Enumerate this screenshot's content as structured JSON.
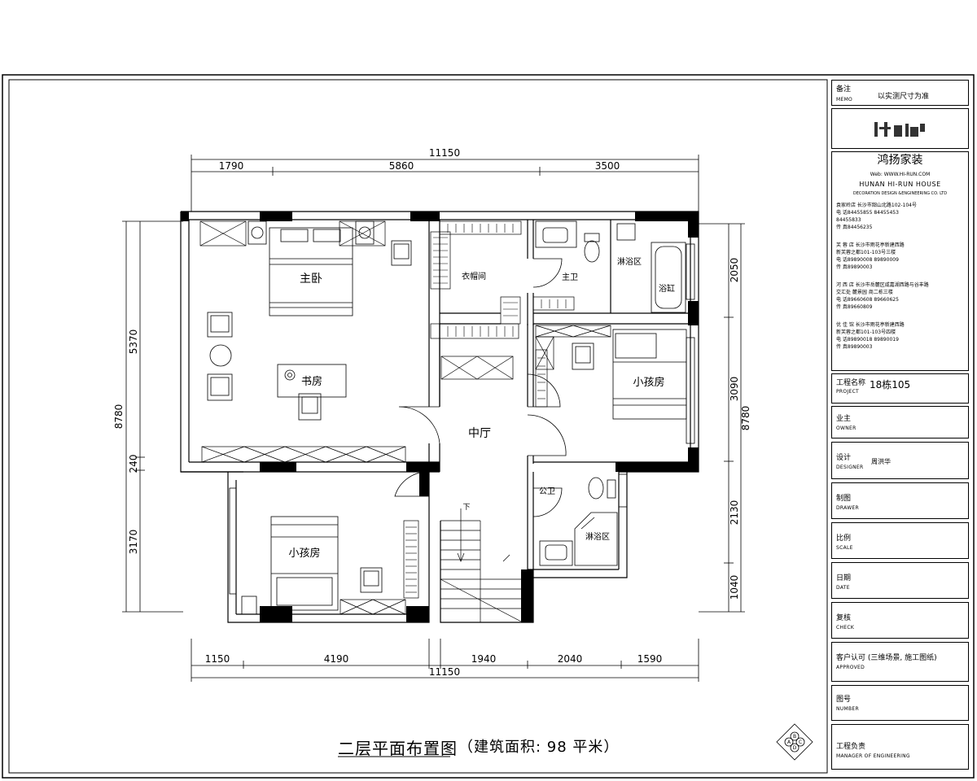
{
  "rooms": {
    "master_bedroom": "主卧",
    "cloakroom": "衣帽间",
    "master_bath": "主卫",
    "shower_master": "淋浴区",
    "bathtub": "浴缸",
    "study": "书房",
    "kid_room_right": "小孩房",
    "middle_hall": "中厅",
    "public_bath": "公卫",
    "shower_public": "淋浴区",
    "kid_room_left": "小孩房",
    "stair_down": "下"
  },
  "dimensions": {
    "top_total": "11150",
    "top_segments": [
      "1790",
      "5860",
      "3500"
    ],
    "bottom_segments": [
      "1150",
      "4190",
      "1940",
      "2040",
      "1590"
    ],
    "bottom_total": "11150",
    "left_total": "8780",
    "left_segments": [
      "5370",
      "240",
      "3170"
    ],
    "right_segments": [
      "2050",
      "3090",
      "2130",
      "1040"
    ],
    "right_total": "8780"
  },
  "caption": {
    "title": "二层平面布置图",
    "area": "（建筑面积: 98 平米）"
  },
  "title_block": {
    "memo_label": "备注",
    "memo_en": "MEMO",
    "memo_value": "以实测尺寸为准",
    "company_name": "鸿扬家装",
    "company_web": "Web: WWW.HI-RUN.COM",
    "company_en1": "HUNAN HI-RUN HOUSE",
    "company_en2": "DECORATION DESIGN &ENGINEERING CO. LTD",
    "branches": [
      "袁家岭店  长沙市韶山北路102-104号",
      "电      话84455855    84455453",
      "              84455833",
      "传      真84456235",
      "芙 蓉 店  长沙市雨花亭新建西路",
      "           新芙蓉之都101-103号三楼",
      "电      话89890008    89890009",
      "传      真89890003",
      "河 西 店  长沙市岳麓区咸嘉湖西路与谷丰路",
      "           交汇处  麓景园  商二栋三楼",
      "电      话89660608    89660625",
      "传      真89660809",
      "优 佳 馆  长沙市雨花亭新建西路",
      "           新芙蓉之都101-103号四楼",
      "电      话89890018    89890019",
      "传      真89890003"
    ],
    "project_label": "工程名称",
    "project_en": "PROJECT",
    "project_value": "18栋105",
    "owner_label": "业主",
    "owner_en": "OWNER",
    "designer_label": "设计",
    "designer_en": "DESIGNER",
    "designer_value": "周洪华",
    "drawer_label": "制图",
    "drawer_en": "DRAWER",
    "scale_label": "比例",
    "scale_en": "SCALE",
    "date_label": "日期",
    "date_en": "DATE",
    "check_label": "复核",
    "check_en": "CHECK",
    "approved_label": "客户认可 (三维场景, 施工图纸)",
    "approved_en": "APPROVED",
    "number_label": "图号",
    "number_en": "NUMBER",
    "manager_label": "工程负责",
    "manager_en": "MANAGER  OF  ENGINEERING"
  },
  "compass_letters": [
    "A",
    "B",
    "C",
    "D"
  ]
}
